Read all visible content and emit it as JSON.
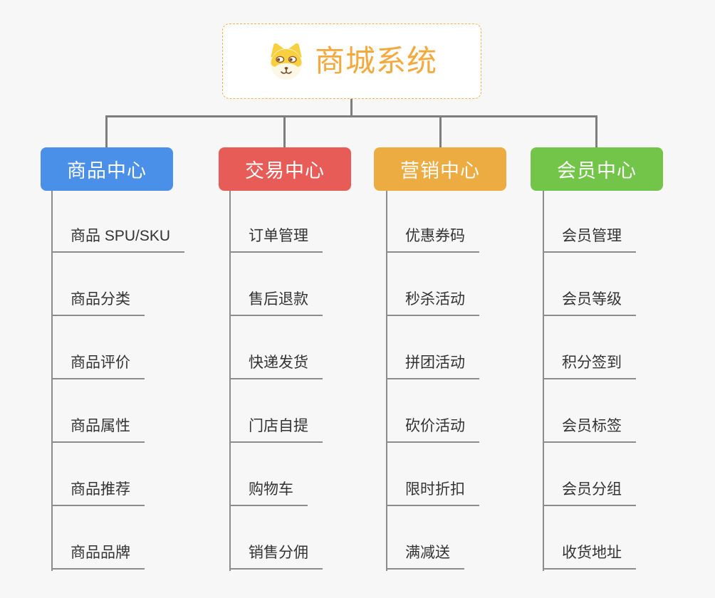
{
  "root": {
    "title": "商城系统",
    "icon": "dog-face-icon"
  },
  "branches": [
    {
      "label": "商品中心",
      "color": "#4B90E8",
      "items": [
        "商品 SPU/SKU",
        "商品分类",
        "商品评价",
        "商品属性",
        "商品推荐",
        "商品品牌"
      ]
    },
    {
      "label": "交易中心",
      "color": "#E85C58",
      "items": [
        "订单管理",
        "售后退款",
        "快递发货",
        "门店自提",
        "购物车",
        "销售分佣"
      ]
    },
    {
      "label": "营销中心",
      "color": "#ECAC41",
      "items": [
        "优惠券码",
        "秒杀活动",
        "拼团活动",
        "砍价活动",
        "限时折扣",
        "满减送"
      ]
    },
    {
      "label": "会员中心",
      "color": "#72C548",
      "items": [
        "会员管理",
        "会员等级",
        "积分签到",
        "会员标签",
        "会员分组",
        "收货地址"
      ]
    }
  ],
  "colors": {
    "background": "#F7F7F7",
    "connector": "#7E7E7E",
    "leaf_line": "#8C8C8C",
    "leaf_text": "#333333",
    "root_border": "#F0B04C",
    "root_title": "#F5A83C"
  }
}
